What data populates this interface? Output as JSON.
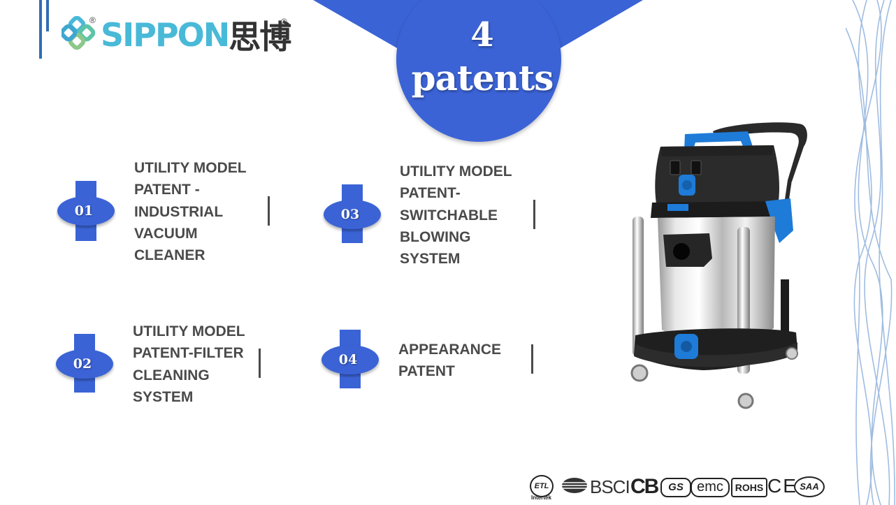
{
  "logo": {
    "brand": "SIPPON",
    "brand_cn": "思博",
    "registered": "®"
  },
  "banner": {
    "number": "4",
    "word": "patents"
  },
  "patents": [
    {
      "num": "01",
      "lines": [
        "UTILITY MODEL",
        "PATENT -",
        "INDUSTRIAL",
        "VACUUM",
        "CLEANER"
      ]
    },
    {
      "num": "02",
      "lines": [
        "UTILITY MODEL",
        "PATENT-FILTER",
        "CLEANING",
        "SYSTEM"
      ]
    },
    {
      "num": "03",
      "lines": [
        "UTILITY MODEL",
        "PATENT-",
        "SWITCHABLE",
        "BLOWING",
        "SYSTEM"
      ]
    },
    {
      "num": "04",
      "lines": [
        "APPEARANCE",
        "PATENT"
      ]
    }
  ],
  "certifications": {
    "etl": "ETL",
    "etl_sub": "Intertek",
    "bsci": "BSCI",
    "cb": "CB",
    "gs": "GS",
    "emc": "emc",
    "rohs": "ROHS",
    "ce": "CE",
    "saa": "SAA"
  },
  "colors": {
    "primary_blue": "#3a63d6",
    "logo_cyan": "#49b9d8",
    "text_gray": "#4a4a4a",
    "accent_bar": "#2f6fb3"
  }
}
